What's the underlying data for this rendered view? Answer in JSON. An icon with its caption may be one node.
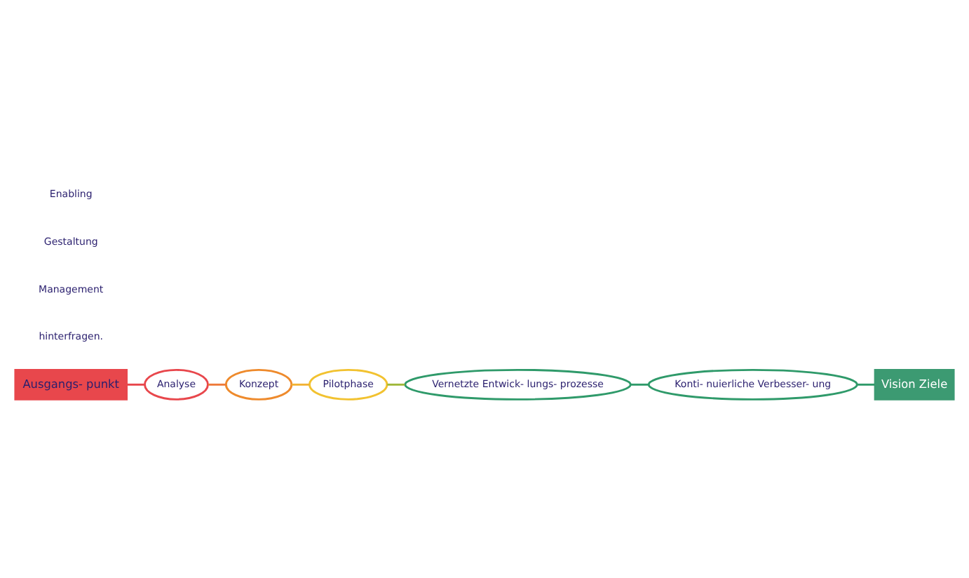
{
  "diagram": {
    "nodes": [
      {
        "text": [
          "Ausgangs- punkt"
        ]
      },
      {
        "text": [
          "Analyse"
        ]
      },
      {
        "text": [
          "Konzept"
        ]
      },
      {
        "text": [
          "Pilotphase"
        ]
      },
      {
        "text": [
          "Vernetzte Entwick- lungs- prozesse"
        ]
      },
      {
        "text": [
          "Konti- nuierliche Verbesser- ung"
        ]
      },
      {
        "text": [
          "Vision Ziele"
        ]
      }
    ],
    "edges": [
      {
        "from": 0,
        "to": 1,
        "arrow": "none",
        "color": "#e8474c"
      },
      {
        "from": 1,
        "to": 2,
        "arrow": "none",
        "color": "#ee7a3a"
      },
      {
        "from": 2,
        "to": 3,
        "arrow": "none",
        "color": "#f2b233"
      },
      {
        "from": 3,
        "to": 4,
        "arrow": "none",
        "color": "#9fb83a"
      },
      {
        "from": 4,
        "to": 5,
        "arrow": "none",
        "color": "#2f9a6a"
      },
      {
        "from": 5,
        "to": 6,
        "arrow": "none",
        "color": "#2f9a6a"
      }
    ],
    "labels": [
      "hinterfragen.",
      "Management",
      "Gestaltung",
      "Enabling"
    ]
  }
}
